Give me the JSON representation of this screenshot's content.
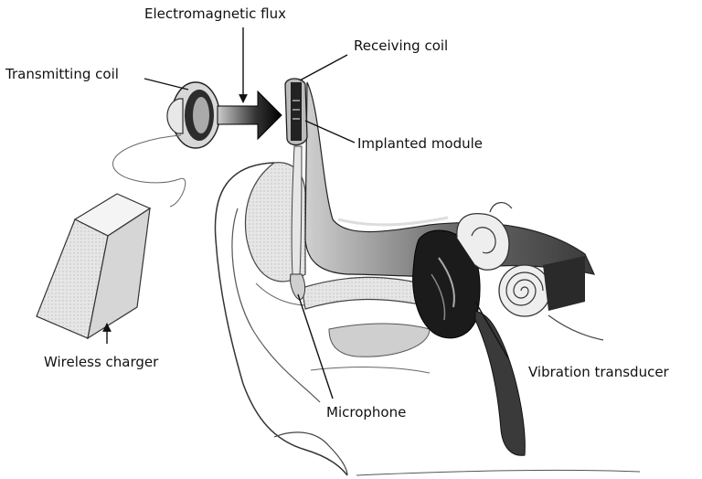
{
  "labels": {
    "electromagnetic_flux": "Electromagnetic flux",
    "receiving_coil": "Receiving coil",
    "transmitting_coil": "Transmitting coil",
    "implanted_module": "Implanted module",
    "wireless_charger": "Wireless charger",
    "vibration_transducer": "Vibration transducer",
    "microphone": "Microphone"
  }
}
